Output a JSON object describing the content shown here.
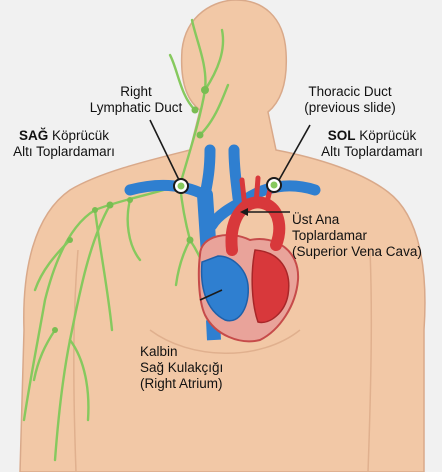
{
  "labels": {
    "right_lymphatic_duct": {
      "line1": "Right",
      "line2": "Lymphatic Duct"
    },
    "thoracic_duct": {
      "line1": "Thoracic Duct",
      "line2": "(previous slide)"
    },
    "right_subclavian": {
      "bold": "SAĞ",
      "line1_rest": " Köprücük",
      "line2": "Altı Toplardamarı"
    },
    "left_subclavian": {
      "bold": "SOL",
      "line1_rest": " Köprücük",
      "line2": "Altı Toplardamarı"
    },
    "superior_vena_cava": {
      "line1": "Üst Ana",
      "line2": "Toplardamar",
      "line3": "(Superior Vena Cava)"
    },
    "right_atrium": {
      "line1": "Kalbin",
      "line2": "Sağ Kulakçığı",
      "line3": "(Right Atrium)"
    }
  },
  "colors": {
    "background": "#f1f1f1",
    "skin": "#f2c8a6",
    "skin_outline": "#d9a98a",
    "lymph": "#86c95e",
    "vein": "#2f7fd0",
    "vein_dark": "#1f5fa8",
    "artery": "#d8383b",
    "heart_pink": "#e9a39a"
  }
}
